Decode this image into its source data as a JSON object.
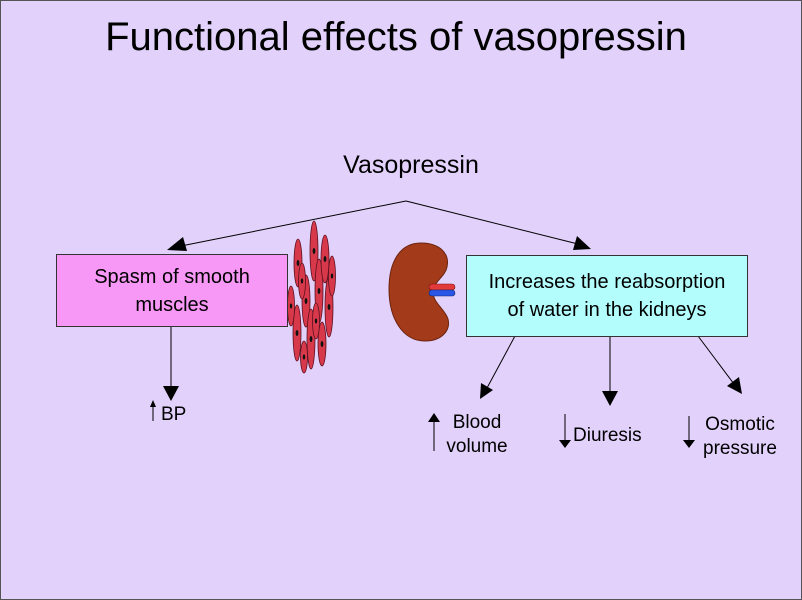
{
  "title": "Functional effects of vasopressin",
  "root": "Vasopressin",
  "left_box": {
    "line1": "Spasm of smooth",
    "line2": "muscles"
  },
  "right_box": {
    "line1": "Increases the reabsorption",
    "line2": "of water in the kidneys"
  },
  "effects": {
    "bp": {
      "text": "BP",
      "direction": "up"
    },
    "blood_volume": {
      "line1": "Blood",
      "line2": "volume",
      "direction": "up"
    },
    "diuresis": {
      "text": "Diuresis",
      "direction": "down"
    },
    "osmotic_pressure": {
      "line1": "Osmotic",
      "line2": "pressure",
      "direction": "down"
    }
  },
  "colors": {
    "background": "#e2d1fb",
    "left_box": "#f898f6",
    "right_box": "#b4fdfd",
    "kidney": "#a33a1a",
    "muscle_cell": "#d8394a"
  },
  "icons": [
    "smooth-muscle-illustration",
    "kidney-illustration"
  ]
}
